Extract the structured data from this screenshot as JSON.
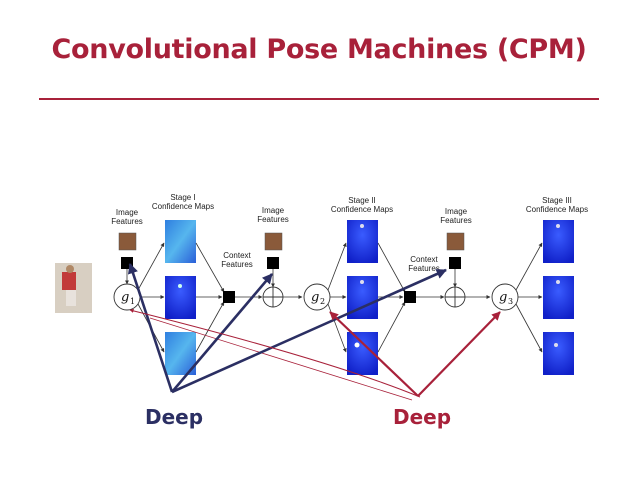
{
  "title": "Convolutional Pose Machines (CPM)",
  "diagram": {
    "labels": {
      "image_features_1": [
        "Image",
        "Features"
      ],
      "stage1": [
        "Stage I",
        "Confidence Maps"
      ],
      "image_features_2": [
        "Image",
        "Features"
      ],
      "context_features_1": [
        "Context",
        "Features"
      ],
      "stage2": [
        "Stage II",
        "Confidence Maps"
      ],
      "image_features_3": [
        "Image",
        "Features"
      ],
      "context_features_2": [
        "Context",
        "Features"
      ],
      "stage3": [
        "Stage III",
        "Confidence Maps"
      ]
    },
    "nodes": {
      "g1": "g",
      "g1_sub": "1",
      "g2": "g",
      "g2_sub": "2",
      "g3": "g",
      "g3_sub": "3"
    },
    "annotations": {
      "deep_left": "Deep",
      "deep_right": "Deep"
    },
    "colors": {
      "accent": "#a8213a",
      "navy": "#2b2f63",
      "deep_red": "#a8213a",
      "map_blue": "#1a2fd6"
    }
  }
}
